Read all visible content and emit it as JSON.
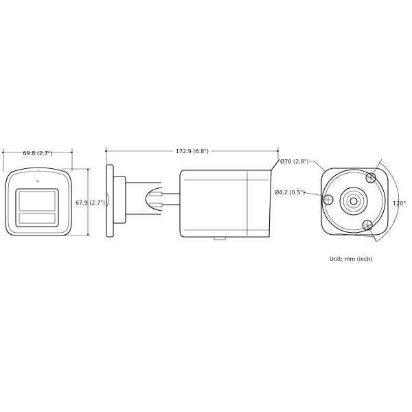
{
  "dimensions": {
    "front_width": "69.8 (2.7\")",
    "front_height": "67.9 (2.7\")",
    "side_length": "172.9 (6.8\")",
    "rear_diameter": "Ø70 (2.8\")",
    "screw_hole": "Ø4.2 (0.5\")",
    "angle": "120°"
  },
  "unit_label": "Unit: mm (inch)",
  "colors": {
    "line": "#111111",
    "background": "#ffffff"
  }
}
